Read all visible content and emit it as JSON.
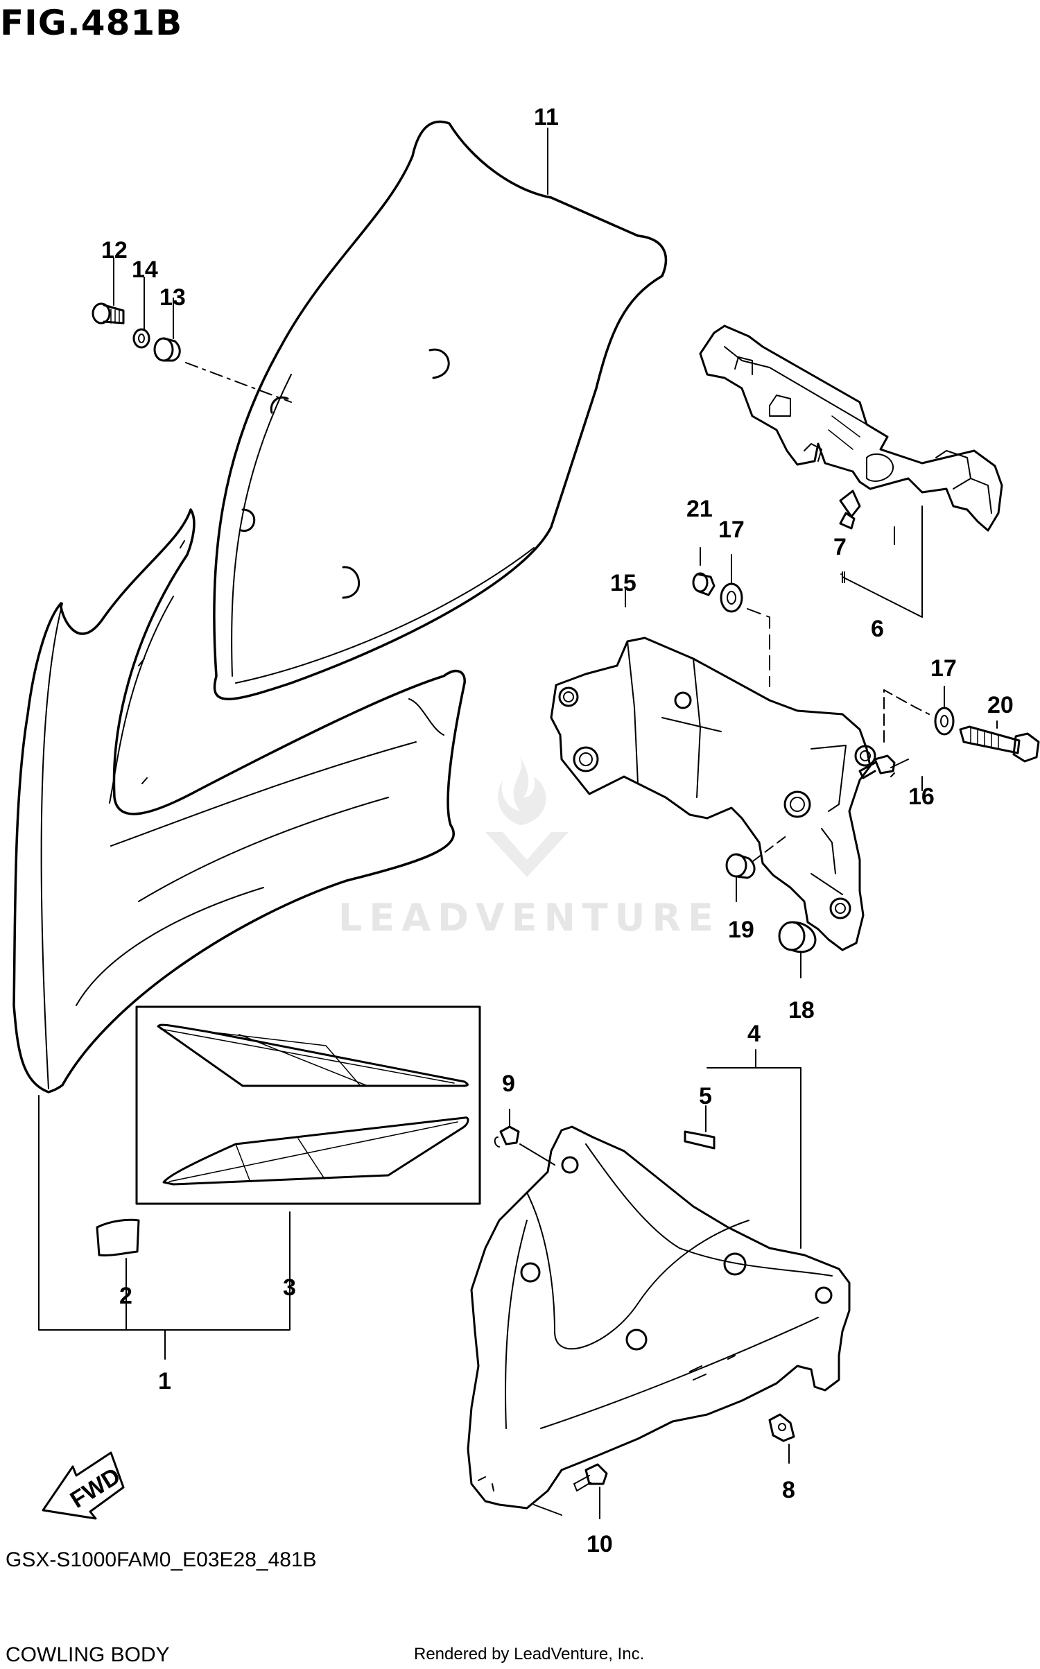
{
  "figure": {
    "title": "FIG.481B",
    "model_code": "GSX-S1000FAM0_E03E28_481B",
    "section_name": "COWLING BODY",
    "credit": "Rendered by LeadVenture, Inc.",
    "watermark": "LEADVENTURE"
  },
  "callouts": {
    "c1": "1",
    "c2": "2",
    "c3": "3",
    "c4": "4",
    "c5": "5",
    "c6": "6",
    "c7": "7",
    "c8": "8",
    "c9": "9",
    "c10": "10",
    "c11": "11",
    "c12": "12",
    "c13": "13",
    "c14": "14",
    "c15": "15",
    "c16": "16",
    "c17a": "17",
    "c17b": "17",
    "c18": "18",
    "c19": "19",
    "c20": "20",
    "c21": "21"
  },
  "direction_arrow": {
    "label": "FWD",
    "icon": "forward-arrow-icon"
  }
}
